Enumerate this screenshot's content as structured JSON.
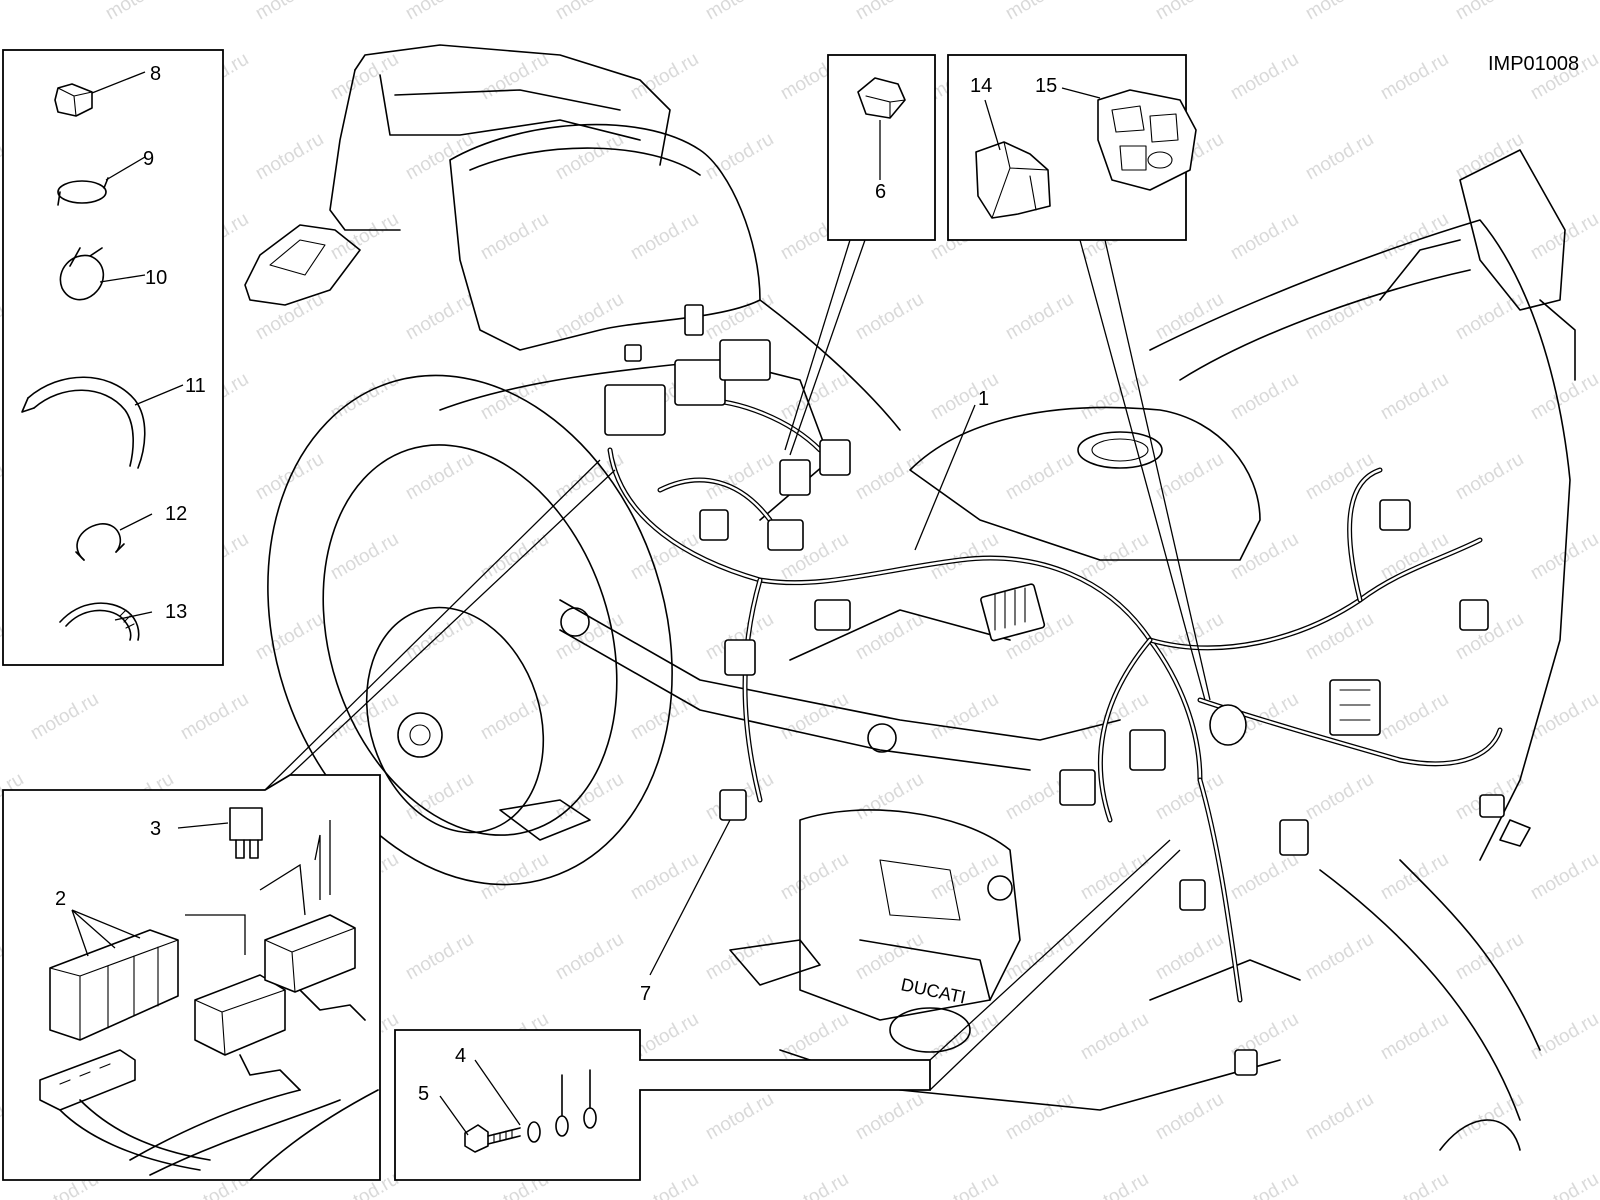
{
  "diagram": {
    "code": "IMP01008",
    "watermark": "motod.ru",
    "callouts": [
      "1",
      "2",
      "3",
      "4",
      "5",
      "6",
      "7",
      "8",
      "9",
      "10",
      "11",
      "12",
      "13",
      "14",
      "15"
    ]
  },
  "colors": {
    "line": "#000000",
    "background": "#ffffff",
    "watermark": "#d9d9d9"
  }
}
